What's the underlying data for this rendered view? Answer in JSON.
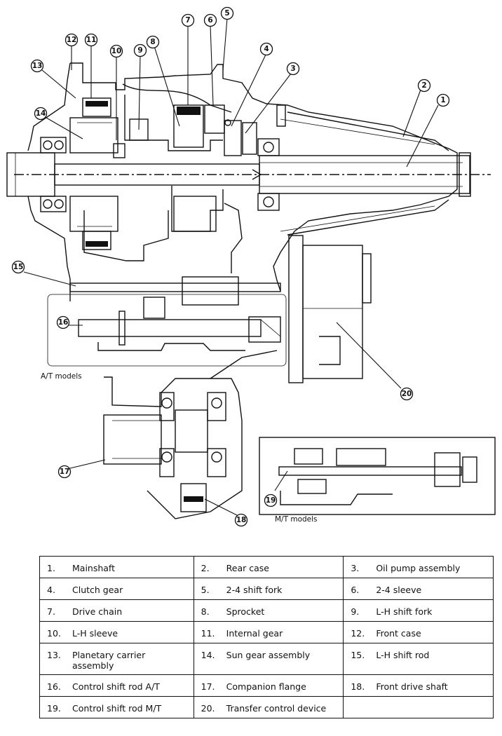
{
  "callouts": [
    {
      "n": "1"
    },
    {
      "n": "2"
    },
    {
      "n": "3"
    },
    {
      "n": "4"
    },
    {
      "n": "5"
    },
    {
      "n": "6"
    },
    {
      "n": "7"
    },
    {
      "n": "8"
    },
    {
      "n": "9"
    },
    {
      "n": "10"
    },
    {
      "n": "11"
    },
    {
      "n": "12"
    },
    {
      "n": "13"
    },
    {
      "n": "14"
    },
    {
      "n": "15"
    },
    {
      "n": "16"
    },
    {
      "n": "17"
    },
    {
      "n": "18"
    },
    {
      "n": "19"
    },
    {
      "n": "20"
    }
  ],
  "captions": {
    "at_models": "A/T models",
    "mt_models": "M/T models"
  },
  "legend": [
    [
      {
        "num": "1.",
        "name": "Mainshaft"
      },
      {
        "num": "2.",
        "name": "Rear case"
      },
      {
        "num": "3.",
        "name": "Oil pump assembly"
      }
    ],
    [
      {
        "num": "4.",
        "name": "Clutch gear"
      },
      {
        "num": "5.",
        "name": "2-4 shift fork"
      },
      {
        "num": "6.",
        "name": "2-4 sleeve"
      }
    ],
    [
      {
        "num": "7.",
        "name": "Drive chain"
      },
      {
        "num": "8.",
        "name": "Sprocket"
      },
      {
        "num": "9.",
        "name": "L-H shift fork"
      }
    ],
    [
      {
        "num": "10.",
        "name": "L-H sleeve"
      },
      {
        "num": "11.",
        "name": "Internal gear"
      },
      {
        "num": "12.",
        "name": "Front case"
      }
    ],
    [
      {
        "num": "13.",
        "name": "Planetary carrier assembly"
      },
      {
        "num": "14.",
        "name": "Sun gear assembly"
      },
      {
        "num": "15.",
        "name": "L-H shift rod"
      }
    ],
    [
      {
        "num": "16.",
        "name": "Control shift rod A/T"
      },
      {
        "num": "17.",
        "name": "Companion flange"
      },
      {
        "num": "18.",
        "name": "Front drive shaft"
      }
    ],
    [
      {
        "num": "19.",
        "name": "Control shift rod M/T"
      },
      {
        "num": "20.",
        "name": "Transfer control device"
      },
      {
        "num": "",
        "name": ""
      }
    ]
  ]
}
